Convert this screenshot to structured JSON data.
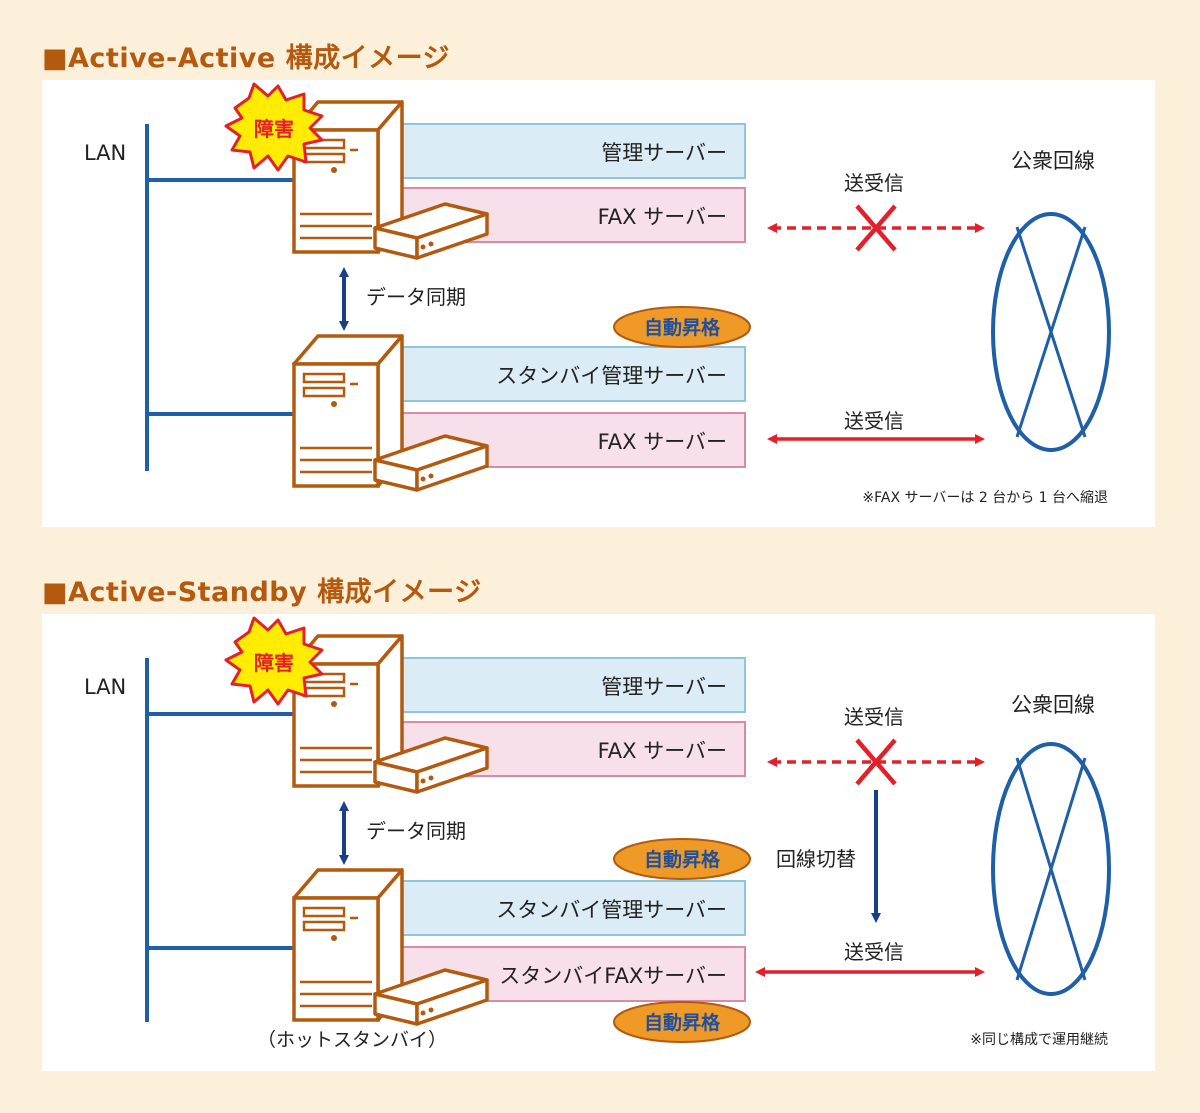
{
  "colors": {
    "background": "#fdf0da",
    "title": "#b35a0f",
    "server_stroke": "#b35a0f",
    "lan_blue": "#1f5fa8",
    "mgmt_box": "#dcecf7",
    "mgmt_box_border": "#8fc6dd",
    "fax_box": "#f8e0ea",
    "fax_box_border": "#d98aa5",
    "arrow_red": "#e3202a",
    "badge_orange": "#ef9a26",
    "badge_text": "#1f4fa0",
    "burst_yellow": "#ffec00"
  },
  "active_active": {
    "title": "■Active-Active 構成イメージ",
    "lan_label": "LAN",
    "failure_label": "障害",
    "mgmt_server": "管理サーバー",
    "fax_server": "FAX サーバー",
    "sync_label": "データ同期",
    "auto_promote": "自動昇格",
    "standby_mgmt": "スタンバイ管理サーバー",
    "fax_server_2": "FAX サーバー",
    "send_receive_top": "送受信",
    "send_receive_bottom": "送受信",
    "public_line": "公衆回線",
    "note": "※FAX サーバーは 2 台から 1 台へ縮退"
  },
  "active_standby": {
    "title": "■Active-Standby 構成イメージ",
    "lan_label": "LAN",
    "failure_label": "障害",
    "mgmt_server": "管理サーバー",
    "fax_server": "FAX サーバー",
    "sync_label": "データ同期",
    "auto_promote_1": "自動昇格",
    "standby_mgmt": "スタンバイ管理サーバー",
    "standby_fax": "スタンバイFAXサーバー",
    "auto_promote_2": "自動昇格",
    "hot_standby": "（ホットスタンバイ）",
    "send_receive_top": "送受信",
    "line_switch": "回線切替",
    "send_receive_bottom": "送受信",
    "public_line": "公衆回線",
    "note": "※同じ構成で運用継続"
  }
}
